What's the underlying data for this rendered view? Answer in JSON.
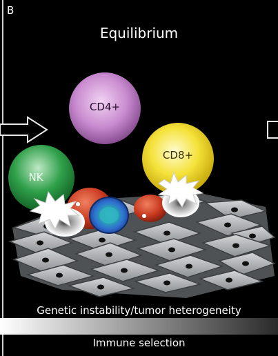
{
  "panel_letter": "B",
  "title": "Equilibrium",
  "cells": {
    "cd4": "CD4+",
    "cd8": "CD8+",
    "nk": "NK"
  },
  "caption_top": "Genetic instability/tumor heterogeneity",
  "caption_bottom": "Immune selection",
  "colors": {
    "background": "#000000",
    "cd4": "#c98bcf",
    "cd8": "#f5e23a",
    "nk": "#2fa04a",
    "tumor_red": "#c8391f",
    "tumor_blue": "#2f8fd0",
    "tissue": "#b9bcbf"
  }
}
